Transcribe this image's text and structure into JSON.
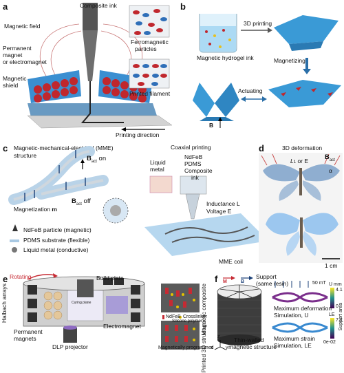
{
  "panels": {
    "a": {
      "letter": "a",
      "composite_ink": "Composite ink",
      "magnetic_field": "Magnetic field",
      "permanent_magnet_line1": "Permanent",
      "permanent_magnet_line2": "magnet",
      "permanent_magnet_line3": "or electromagnet",
      "magnetic_shield_line1": "Magnetic",
      "magnetic_shield_line2": "shield",
      "ferromagnetic_line1": "Ferromagnetic",
      "ferromagnetic_line2": "particles",
      "printed_filament": "Printed filament",
      "printing_direction": "Printing direction"
    },
    "b": {
      "letter": "b",
      "ink_label": "Magnetic hydrogel ink",
      "step_3d": "3D printing",
      "step_magnetizing": "Magnetizing",
      "step_actuating": "Actuating",
      "b_field": "B"
    },
    "c": {
      "letter": "c",
      "title_line1": "Magnetic-mechanical-electrical (MME)",
      "title_line2": "structure",
      "bact_on": "on",
      "bact_off": "off",
      "b_symbol": "B",
      "b_sub": "act",
      "magnetization_label": "Magnetization",
      "magnetization_symbol": "m",
      "coaxial_title": "Coaxial printing",
      "liquid_metal_line1": "Liquid",
      "liquid_metal_line2": "metal",
      "ndfeb": "NdFeB",
      "pdms": "PDMS",
      "composite_line1": "Composite",
      "composite_line2": "ink",
      "inductance": "Inductance L",
      "voltage": "Voltage E",
      "mme_coil": "MME coil",
      "legend": [
        "NdFeB particle (magnetic)",
        "PDMS substrate (flexible)",
        "Liquid metal (conductive)"
      ]
    },
    "d": {
      "letter": "d",
      "title": "3D deformation",
      "l_or_e": "L",
      "l_or_e_tail": " or E",
      "alpha": "α",
      "b_symbol": "B",
      "b_sub": "act",
      "scale": "1 cm"
    },
    "e": {
      "letter": "e",
      "build_plate": "Build plate",
      "rotating": "Rotating",
      "halbach": "Halbach arrays",
      "permanent_line1": "Permanent",
      "permanent_line2": "magnets",
      "electromagnet": "Electromagnet",
      "dlp": "DLP projector",
      "curing_plane": "Curing plane",
      "magnetic_composite_line1": "Magnetic",
      "magnetic_composite_line2": "composite",
      "ndfeb": "NdFeB",
      "crosslinker": "Crosslinker",
      "silicone": "Silicone polymer",
      "printed_3d_line1": "Printed 3D",
      "printed_3d_line2": "structure",
      "programmed": "Magnetically programmed"
    },
    "f": {
      "letter": "f",
      "m_label": "M",
      "b_label": "B",
      "support_line1": "Support",
      "support_line2": "(same resin)",
      "field_value": "50 mT",
      "u_unit": "U",
      "u_mm": "mm",
      "u_max": "4.1",
      "u_min": "0",
      "le_unit": "LE",
      "le_max": "7.2",
      "le_min": "0e-02",
      "max_def_line1": "Maximum deformation",
      "max_def_line2": "Simulation, U",
      "max_strain_line1": "Maximum strain",
      "max_strain_line2": "Simulation, LE",
      "support_area": "Support area",
      "thin_line1": "Thin-walled",
      "thin_line2": "magnetic structure",
      "axis_x": "x",
      "axis_y": "y",
      "axis_z": "z"
    }
  },
  "colors": {
    "blue": "#2f8fcc",
    "red": "#c62a33",
    "dark": "#333333",
    "gray": "#9a9a9a"
  }
}
